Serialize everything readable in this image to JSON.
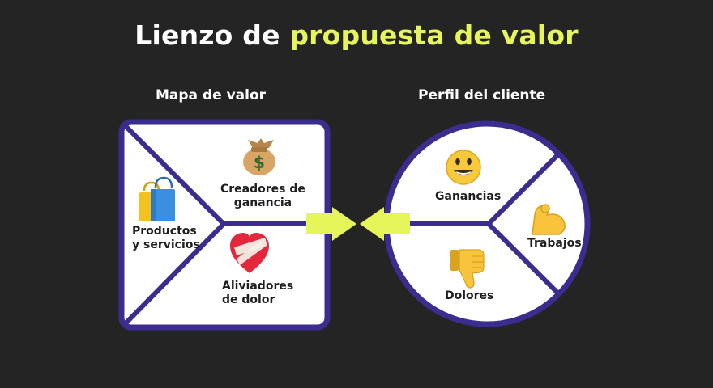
{
  "title": {
    "part1": "Lienzo de ",
    "part2": "propuesta de valor"
  },
  "value_map": {
    "label": "Mapa de valor",
    "products": {
      "line1": "Productos",
      "line2": "y servicios",
      "icon": "shopping-bags-icon"
    },
    "gain_creators": {
      "line1": "Creadores de",
      "line2": "ganancia",
      "icon": "money-bag-icon"
    },
    "pain_relievers": {
      "line1": "Aliviadores",
      "line2": "de dolor",
      "icon": "bandaged-heart-icon"
    }
  },
  "customer_profile": {
    "label": "Perfil del cliente",
    "gains": {
      "text": "Ganancias",
      "icon": "smiley-face-icon"
    },
    "jobs": {
      "text": "Trabajos",
      "icon": "flexed-biceps-icon"
    },
    "pains": {
      "text": "Dolores",
      "icon": "thumbs-down-icon"
    }
  },
  "colors": {
    "background": "#242424",
    "highlight": "#e6f55a",
    "outline": "#3a2d8f",
    "fill": "#ffffff",
    "arrow": "#e6f55a"
  }
}
